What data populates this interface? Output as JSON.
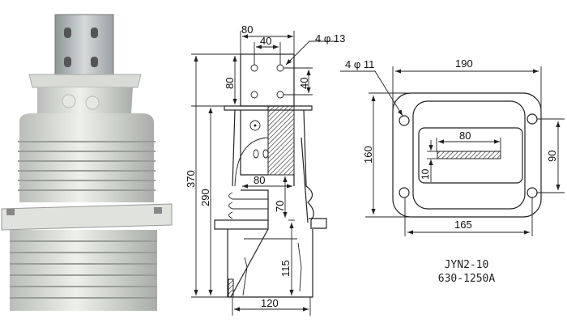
{
  "side_view": {
    "dim_top_width": "80",
    "dim_hole_spacing": "40",
    "hole_callout": "4 φ 13",
    "dim_plate_height": "80",
    "dim_hole_vertical": "40",
    "dim_total_height": "370",
    "dim_body_height": "290",
    "dim_inner_width": "80",
    "dim_inner_depth": "70",
    "dim_base_height": "115",
    "dim_base_width": "120"
  },
  "front_view": {
    "hole_callout": "4 φ 11",
    "dim_outer_width": "190",
    "dim_outer_height": "160",
    "dim_hole_pitch_x": "165",
    "dim_hole_pitch_y": "90",
    "dim_bar_width": "80",
    "dim_bar_offset": "10"
  },
  "caption": {
    "model": "JYN2-10",
    "rating": "630-1250A"
  }
}
